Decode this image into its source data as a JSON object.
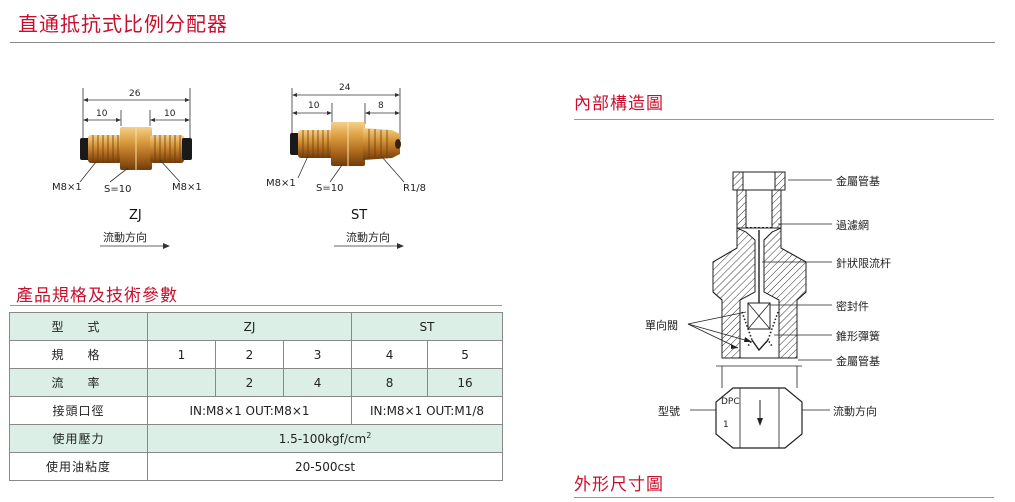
{
  "page": {
    "title": "直通抵抗式比例分配器"
  },
  "products": {
    "zj": {
      "model": "ZJ",
      "dim_total": "26",
      "dim_left": "10",
      "dim_right": "10",
      "thread_left": "M8×1",
      "hex": "S=10",
      "thread_right": "M8×1",
      "flow": "流動方向"
    },
    "st": {
      "model": "ST",
      "dim_total": "24",
      "dim_left": "10",
      "dim_right": "8",
      "thread_left": "M8×1",
      "hex": "S=10",
      "thread_right": "R1/8",
      "flow": "流動方向"
    }
  },
  "specs": {
    "title": "產品規格及技術參數",
    "rows": {
      "type": {
        "label": "型　式",
        "zj": "ZJ",
        "st": "ST"
      },
      "spec": {
        "label": "規　格",
        "values": [
          "1",
          "2",
          "3",
          "4",
          "5"
        ]
      },
      "rate": {
        "label": "流　率",
        "values": [
          "",
          "2",
          "4",
          "8",
          "16"
        ]
      },
      "port": {
        "label": "接頭口徑",
        "zj": "IN:M8×1 OUT:M8×1",
        "st": "IN:M8×1 OUT:M1/8"
      },
      "press": {
        "label": "使用壓力",
        "value": "1.5-100kgf/cm",
        "sup": "2"
      },
      "visc": {
        "label": "使用油粘度",
        "value": "20-500cst"
      }
    }
  },
  "structure": {
    "title": "內部構造圖",
    "labels": {
      "metal_base_top": "金屬管基",
      "filter": "過濾網",
      "needle": "針狀限流杆",
      "seal": "密封件",
      "check_valve": "單向閥",
      "cone_spring": "錐形彈簧",
      "metal_base_bottom": "金屬管基",
      "model_no": "型號",
      "flow_dir": "流動方向"
    },
    "stamp_text": "DPC",
    "stamp_num": "1"
  },
  "outline": {
    "title": "外形尺寸圖"
  }
}
